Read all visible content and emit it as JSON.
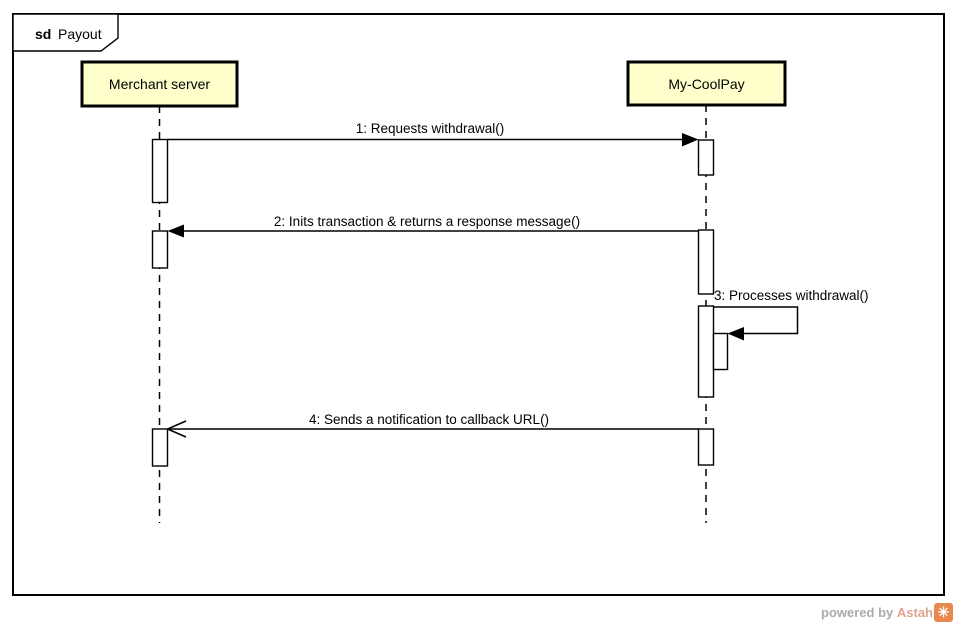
{
  "diagram": {
    "type": "uml-sequence-diagram",
    "frame": {
      "keyword": "sd",
      "title": "Payout"
    },
    "lifelines": [
      {
        "name": "Merchant server"
      },
      {
        "name": "My-CoolPay"
      }
    ],
    "messages": [
      {
        "label": "1: Requests withdrawal()",
        "from": "Merchant server",
        "to": "My-CoolPay",
        "kind": "sync-solid-arrow"
      },
      {
        "label": "2: Inits transaction & returns a response message()",
        "from": "My-CoolPay",
        "to": "Merchant server",
        "kind": "sync-solid-arrow"
      },
      {
        "label": "3: Processes withdrawal()",
        "from": "My-CoolPay",
        "to": "My-CoolPay",
        "kind": "self-message-solid-arrow"
      },
      {
        "label": "4: Sends a notification to callback URL()",
        "from": "My-CoolPay",
        "to": "Merchant server",
        "kind": "async-open-arrow"
      }
    ],
    "colors": {
      "lifeline_fill": "#ffffcc",
      "line": "#000000",
      "background": "#ffffff",
      "watermark_gray": "#ababab",
      "watermark_brand": "#dfa28f",
      "logo_orange": "#e8884f"
    }
  },
  "footer": {
    "powered_by": "powered by ",
    "brand": "Astah",
    "logo_glyph": "✳"
  }
}
